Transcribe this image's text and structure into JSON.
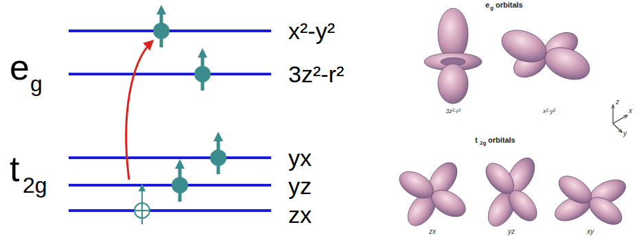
{
  "diagram": {
    "labels": [
      "e",
      "g",
      "t",
      "2g",
      "x²-y²",
      "3z²-r²",
      "yx",
      "yz",
      "zx",
      "e",
      "g",
      "orbitals",
      "3z²-r²",
      "x²-y²",
      "t",
      "2g",
      "orbitals",
      "zx",
      "yz",
      "xy",
      "z",
      "x",
      "y"
    ]
  }
}
